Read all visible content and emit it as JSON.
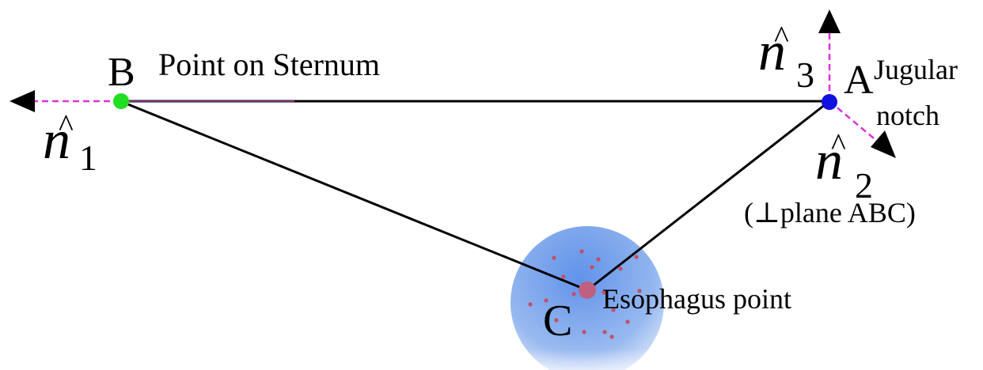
{
  "points": {
    "A": {
      "label": "A",
      "description": "Jugular notch",
      "color": "#1010e0"
    },
    "B": {
      "label": "B",
      "description": "Point on Sternum",
      "color": "#22dd22"
    },
    "C": {
      "label": "C",
      "description": "Esophagus point",
      "color": "#c06080"
    }
  },
  "annotations": {
    "jugular_line1": "Jugular",
    "jugular_line2": "notch",
    "perp_note": "(⊥plane ABC)"
  },
  "vectors": {
    "n1": {
      "symbol": "n",
      "hat": "^",
      "subscript": "1"
    },
    "n2": {
      "symbol": "n",
      "hat": "^",
      "subscript": "2"
    },
    "n3": {
      "symbol": "n",
      "hat": "^",
      "subscript": "3"
    }
  },
  "colors": {
    "triangle_edges": "#000000",
    "normal_vectors": "#e030e0",
    "arrowheads": "#000000",
    "esophagus_region": "#5a8ee8",
    "esophagus_dots": "#c0506a"
  }
}
